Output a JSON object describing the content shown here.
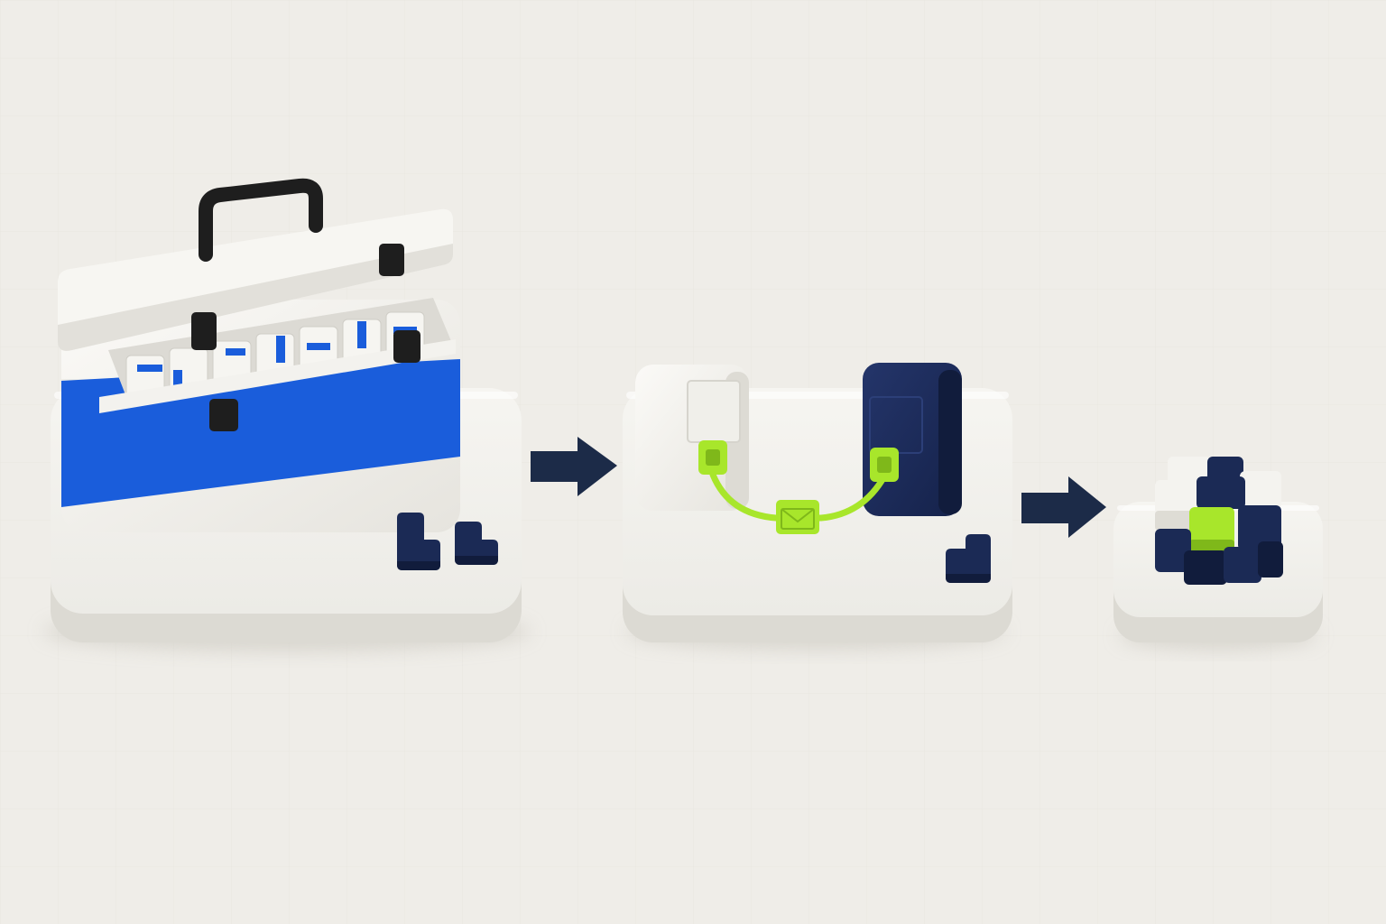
{
  "colors": {
    "background": "#efede8",
    "grid": "#e4e1da",
    "platform_top": "#f3f2ee",
    "platform_side": "#dcdad3",
    "white_body": "#f7f6f2",
    "white_shade": "#dfddd6",
    "navy": "#1b2a55",
    "navy_dark": "#111c3c",
    "arrow": "#1c2b48",
    "blue": "#1a5ddb",
    "lime": "#a8e62b",
    "lime_dark": "#7fb81a",
    "handle": "#1e1e1e"
  },
  "flow": {
    "stages": [
      {
        "id": "toolbox",
        "icon": "toolbox-icon"
      },
      {
        "id": "connected-devices",
        "icon": "connected-devices-icon"
      },
      {
        "id": "assembled-cube",
        "icon": "cube-icon"
      }
    ],
    "connectors": [
      {
        "from": "toolbox",
        "to": "connected-devices",
        "icon": "arrow-right-icon"
      },
      {
        "from": "connected-devices",
        "to": "assembled-cube",
        "icon": "arrow-right-icon"
      }
    ],
    "link_badge_icon": "envelope-icon",
    "loose_pieces_icon": "block-piece-icon"
  }
}
